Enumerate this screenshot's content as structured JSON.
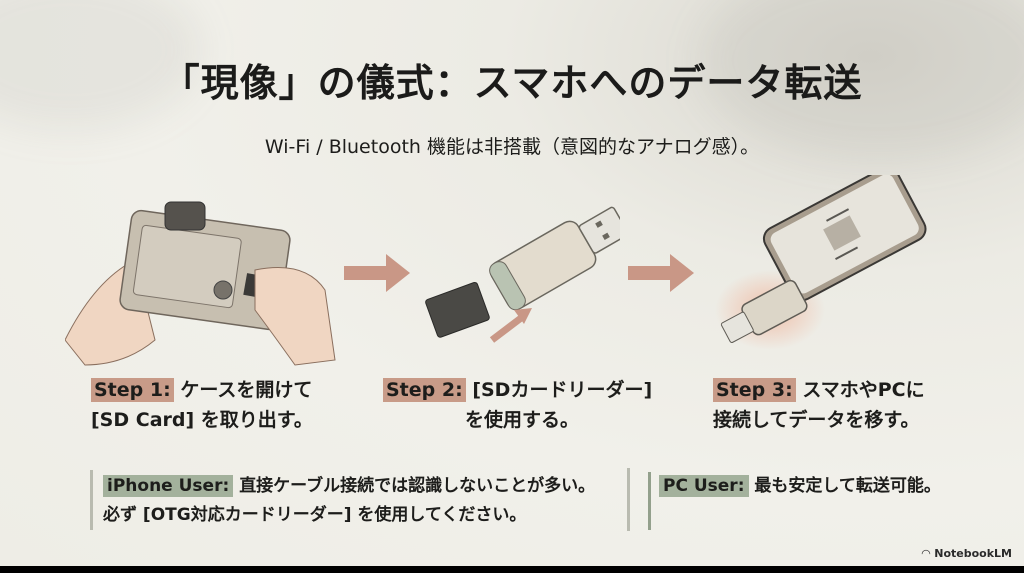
{
  "slide": {
    "title": "「現像」の儀式：スマホへのデータ転送",
    "subtitle": "Wi-Fi / Bluetooth 機能は非搭載（意図的なアナログ感）。",
    "steps": [
      {
        "tag": "Step 1:",
        "line1": "ケースを開けて",
        "line2": "[SD Card] を取り出す。",
        "illustration": "hands-removing-sd-card-from-camera"
      },
      {
        "tag": "Step 2:",
        "line1": "[SDカードリーダー]",
        "line2": "を使用する。",
        "illustration": "sd-card-into-usb-card-reader"
      },
      {
        "tag": "Step 3:",
        "line1": "スマホやPCに",
        "line2": "接続してデータを移す。",
        "illustration": "card-reader-connected-to-smartphone"
      }
    ],
    "notes": [
      {
        "tag": "iPhone User:",
        "line1": "直接ケーブル接続では認識しないことが多い。",
        "line2": "必ず [OTG対応カードリーダー] を使用してください。"
      },
      {
        "tag": "PC User:",
        "line1": "最も安定して転送可能。"
      }
    ],
    "brand": "NotebookLM",
    "colors": {
      "step_tag": "#c89b88",
      "note_tag": "#a3b19c",
      "arrow": "#c99786",
      "background": "#f1f0ea"
    }
  }
}
